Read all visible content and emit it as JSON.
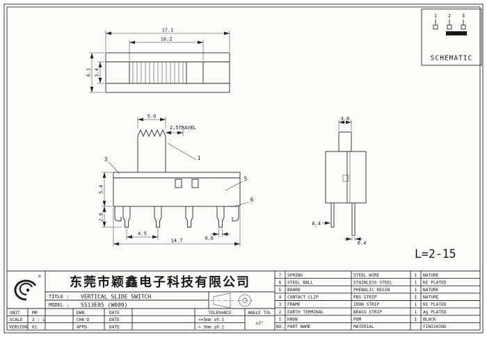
{
  "schematic": {
    "title": "SCHEMATIC",
    "pin1": "1",
    "pin2": "2",
    "pin3": "3"
  },
  "top_view": {
    "w_outer": "17.1",
    "w_inner": "10.2",
    "h_outer": "6.1",
    "h_inner": "3.4"
  },
  "front_view": {
    "knob_w": "5.0",
    "travel": "2.5TRAVEL",
    "body_h": "5.4",
    "leg_h": "2.8",
    "total_w": "14.7",
    "pitch": "4.5",
    "pin_w": "0.6",
    "callout_frame": "3",
    "callout_knob": "1",
    "callout_board": "5",
    "callout_terminal": "6"
  },
  "side_view": {
    "knob_w": "3.0",
    "leg_left": "0.4",
    "leg_right": "0.4",
    "length_note": "L=2-15"
  },
  "title_block": {
    "company": "东莞市颖鑫电子科技有限公司",
    "registered_mark": "®",
    "title_label": "TITLE :",
    "title_value": "VERTICAL SLIDE SWITCH",
    "model_label": "MODEL :",
    "model_value": "SS13E05  (W009)",
    "unit_label": "UNIT",
    "unit_value": "MM",
    "scale_label": "SCALE",
    "scale_value": "2 : 1",
    "version_label": "VERSION",
    "version_value": "01",
    "dwn_label": "DWN.",
    "chkd_label": "CHK'D",
    "appd_label": "APPD.",
    "date_label": "DATE",
    "tolerance_header": "TOLERANCE",
    "tolerance_row1": "<=5mm ±0.1",
    "tolerance_row2": "> 5mm ±0.2",
    "angle_header": "ANGLE TOL",
    "angle_value": "±2°"
  },
  "parts": {
    "headers": {
      "no": "NO.",
      "name": "PART NAME",
      "material": "MATERIAL",
      "qty": "",
      "finishing": "FINISHING"
    },
    "rows": [
      {
        "no": "7",
        "name": "SPRING",
        "material": "STEEL WIRE",
        "qty": "1",
        "finishing": "NATURE"
      },
      {
        "no": "6",
        "name": "STEEL BALL",
        "material": "STAINLESS STEEL",
        "qty": "1",
        "finishing": "NI PLATED"
      },
      {
        "no": "5",
        "name": "BOARD",
        "material": "PHENOLIC RESIN",
        "qty": "1",
        "finishing": "NATURE"
      },
      {
        "no": "4",
        "name": "CONTACT CLIP",
        "material": "PBS STRIP",
        "qty": "1",
        "finishing": "NATURE"
      },
      {
        "no": "3",
        "name": "FRAME",
        "material": "IRON STRIP",
        "qty": "1",
        "finishing": "NI PLATED"
      },
      {
        "no": "2",
        "name": "EARTH TERMINAL",
        "material": "BRASS STRIP",
        "qty": "1",
        "finishing": "Ag PLATED"
      },
      {
        "no": "1",
        "name": "KNOB",
        "material": "POM",
        "qty": "1",
        "finishing": "BLACK"
      }
    ]
  }
}
